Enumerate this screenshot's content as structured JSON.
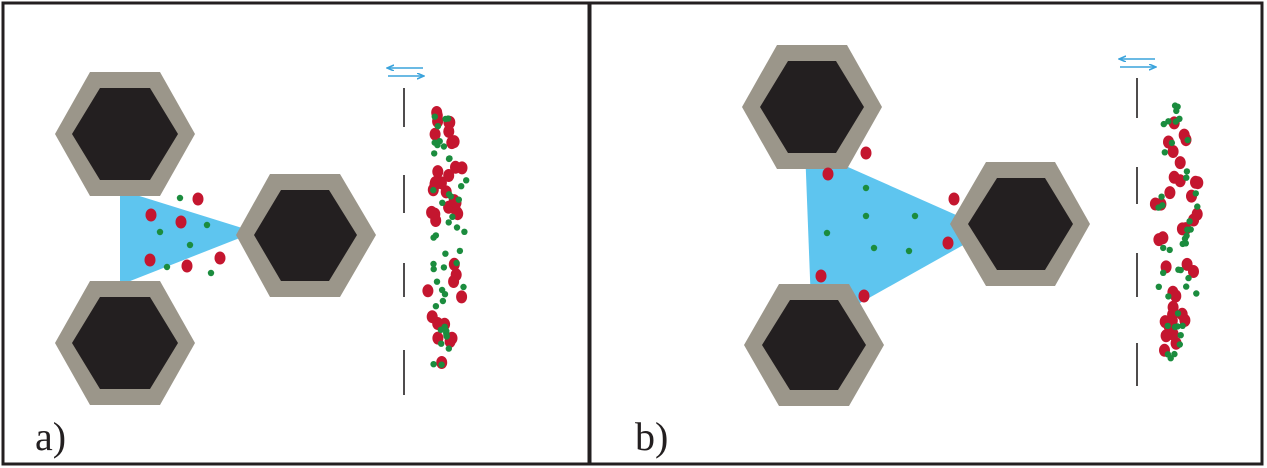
{
  "panels": [
    {
      "label": "a)"
    },
    {
      "label": "b)"
    }
  ],
  "colors": {
    "hex_shell": "#9b968a",
    "hex_core": "#231f20",
    "channel": "#5ec5ef",
    "red_particle": "#c4162f",
    "green_particle": "#1b8c3e",
    "arrow": "#3aa3dc",
    "membrane": "#231f20",
    "border": "#231f20"
  },
  "icons": {
    "arrows": "bidirectional-arrow-icon",
    "membrane": "dashed-membrane"
  }
}
